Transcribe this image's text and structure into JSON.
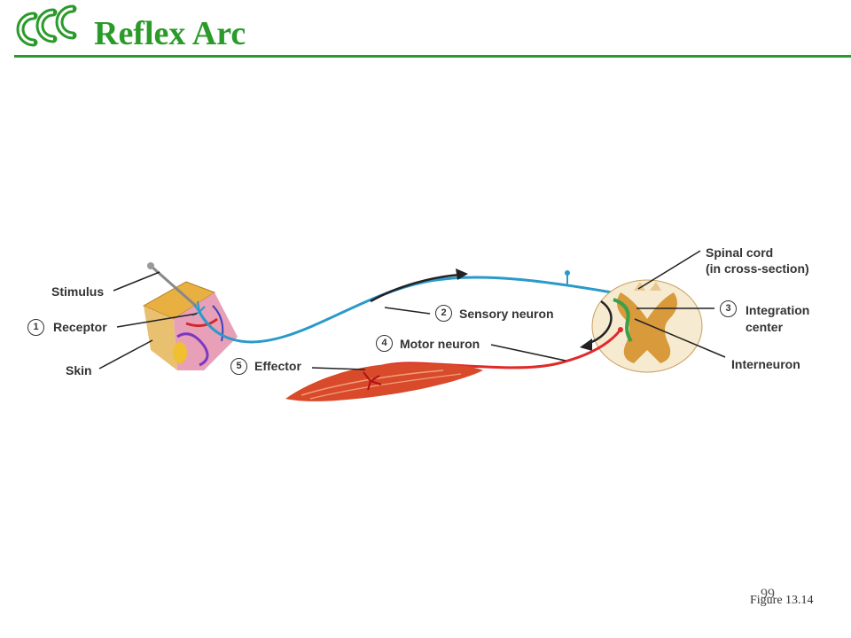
{
  "header": {
    "title": "Reflex Arc"
  },
  "labels": {
    "stimulus": "Stimulus",
    "receptor": "Receptor",
    "skin": "Skin",
    "effector": "Effector",
    "sensory_neuron": "Sensory neuron",
    "motor_neuron": "Motor neuron",
    "spinal_cord_line1": "Spinal cord",
    "spinal_cord_line2": "(in cross-section)",
    "integration_line1": "Integration",
    "integration_line2": "center",
    "interneuron": "Interneuron"
  },
  "steps": {
    "receptor": "1",
    "sensory": "2",
    "integration": "3",
    "motor": "4",
    "effector": "5"
  },
  "footer": {
    "figure": "Figure 13.14",
    "page": "99"
  },
  "colors": {
    "accent": "#2a9a2a",
    "sensory": "#2a9ac8",
    "motor": "#e02a2a",
    "interneuron": "#3aa04a",
    "spinal_gray": "#d89a3a",
    "muscle": "#d84a2a"
  },
  "icons": {
    "logo": "ecc-logo-icon"
  }
}
